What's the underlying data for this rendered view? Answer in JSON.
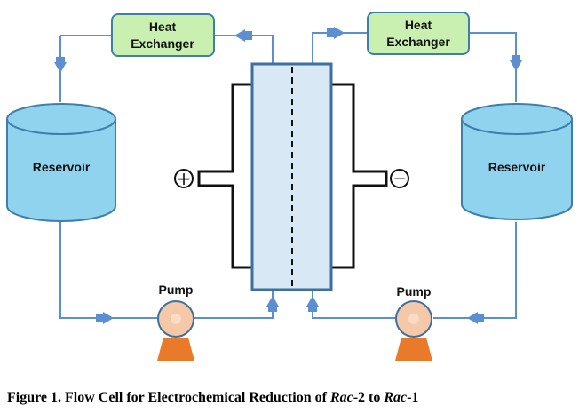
{
  "colors": {
    "pipe": "#5b8fd0",
    "exchanger_fill": "#c9f0b0",
    "exchanger_stroke": "#3d7fa8",
    "reservoir_fill": "#8fd3ef",
    "reservoir_stroke": "#3d7fa8",
    "cell_fill": "#d8e8f5",
    "cell_stroke": "#3d6fa0",
    "pump_body": "#f5c8a8",
    "pump_base": "#e87a2a"
  },
  "labels": {
    "heat_exchanger_left": [
      "Heat",
      "Exchanger"
    ],
    "heat_exchanger_right": [
      "Heat",
      "Exchanger"
    ],
    "reservoir_left": "Reservoir",
    "reservoir_right": "Reservoir",
    "pump_left": "Pump",
    "pump_right": "Pump",
    "anode_symbol": "+",
    "cathode_symbol": "−"
  },
  "caption": {
    "prefix": "Figure 1. Flow Cell for Electrochemical Reduction of ",
    "term1": "Rac",
    "mid": "-2 to ",
    "term2": "Rac",
    "suffix": "-1"
  }
}
